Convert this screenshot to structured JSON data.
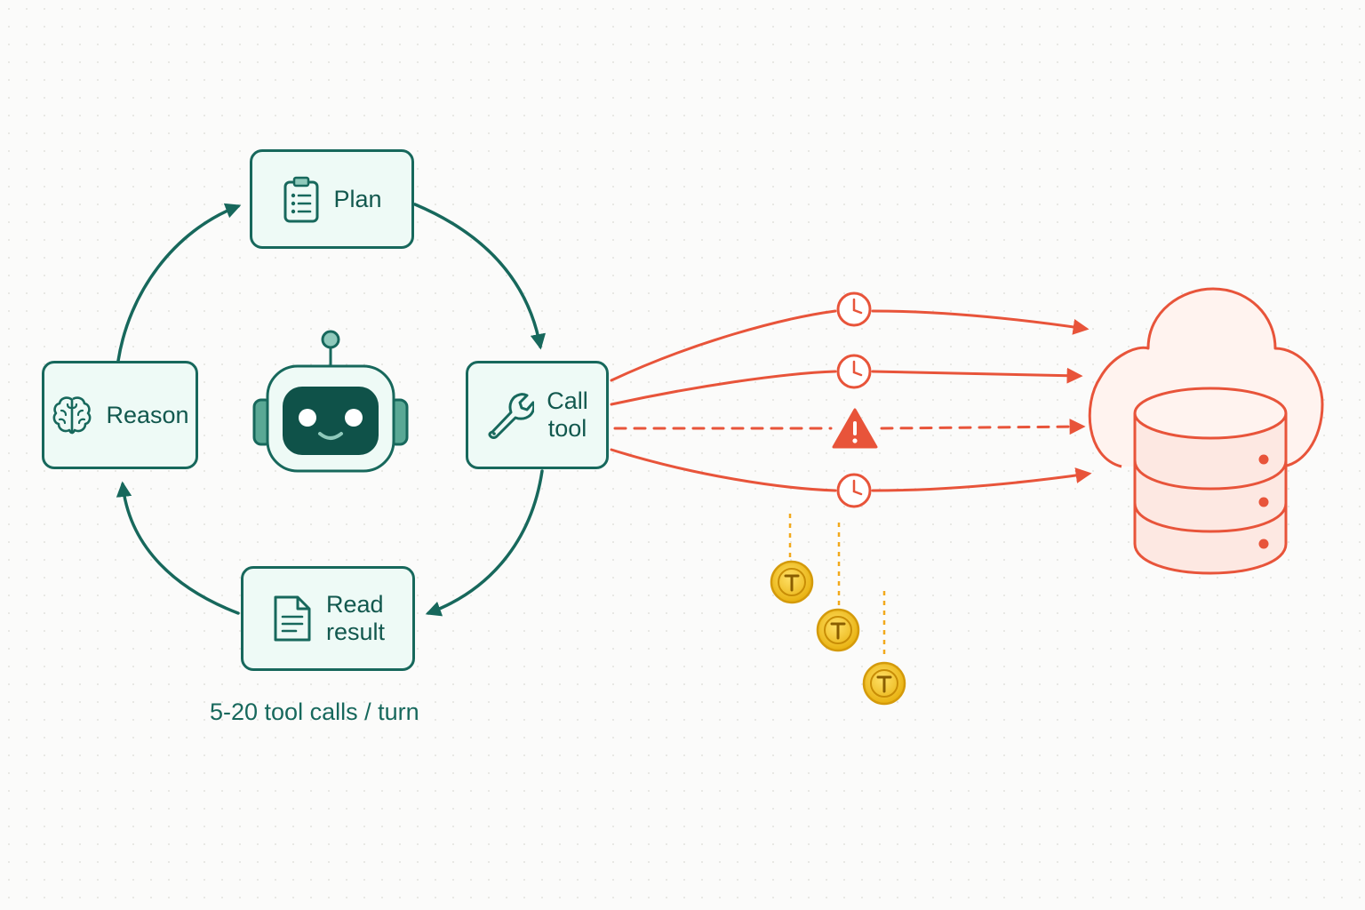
{
  "loop": {
    "nodes": {
      "plan": {
        "label": "Plan",
        "icon": "clipboard-list-icon"
      },
      "call_tool": {
        "label": "Call\ntool",
        "icon": "wrench-icon"
      },
      "read_result": {
        "label": "Read\nresult",
        "icon": "document-icon"
      },
      "reason": {
        "label": "Reason",
        "icon": "brain-icon"
      }
    },
    "center_icon": "robot-icon",
    "caption": "5-20 tool calls / turn"
  },
  "requests": {
    "destination_icon": "cloud-database-icon",
    "markers": [
      "clock-icon",
      "clock-icon",
      "warning-icon",
      "clock-icon"
    ],
    "token_icon": "token-coin-icon",
    "token_count": 3
  },
  "colors": {
    "loop": "#17685c",
    "node_fill": "#eefaf6",
    "request": "#e8543a",
    "token": "#f2c21b"
  }
}
